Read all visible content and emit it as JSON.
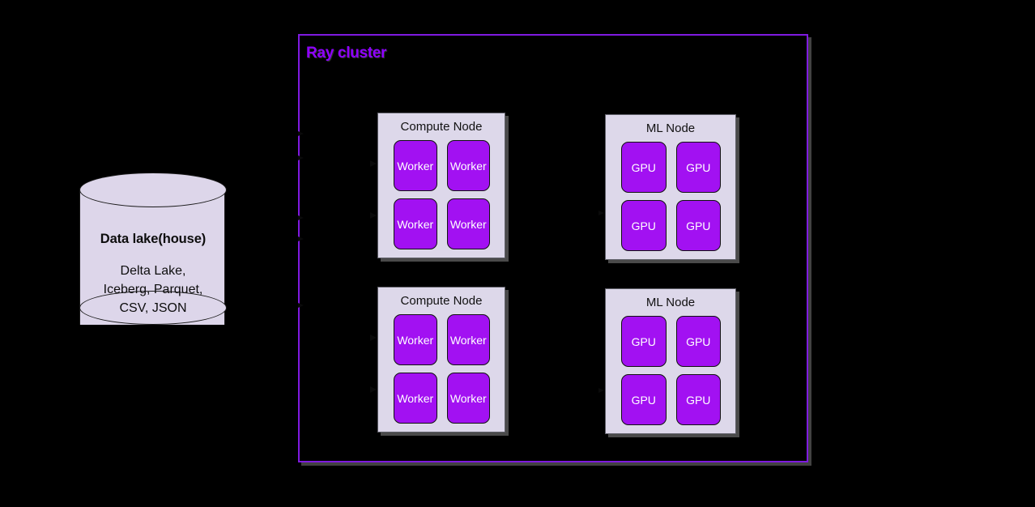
{
  "diagram": {
    "background_color": "#000000",
    "accent_purple": "#8f00ff",
    "unit_fill": "#a211f2",
    "node_fill": "#ddd8ea",
    "storage_fill": "#ddd6ea"
  },
  "storage": {
    "name": "data-lakehouse-cylinder",
    "title": "Data lake(house)",
    "formats_line_1": "Delta Lake,",
    "formats_line_2": "Iceberg, Parquet,",
    "formats_line_3": "CSV, JSON"
  },
  "cluster": {
    "title": "Ray cluster",
    "border_color": "#7f1ae0",
    "nodes": [
      {
        "id": "node-compute-1",
        "title": "Compute Node",
        "type": "compute",
        "units": [
          "Worker",
          "Worker",
          "Worker",
          "Worker"
        ]
      },
      {
        "id": "node-ml-1",
        "title": "ML Node",
        "type": "ml",
        "units": [
          "GPU",
          "GPU",
          "GPU",
          "GPU"
        ]
      },
      {
        "id": "node-compute-2",
        "title": "Compute Node",
        "type": "compute",
        "units": [
          "Worker",
          "Worker",
          "Worker",
          "Worker"
        ]
      },
      {
        "id": "node-ml-2",
        "title": "ML Node",
        "type": "ml",
        "units": [
          "GPU",
          "GPU",
          "GPU",
          "GPU"
        ]
      }
    ]
  }
}
